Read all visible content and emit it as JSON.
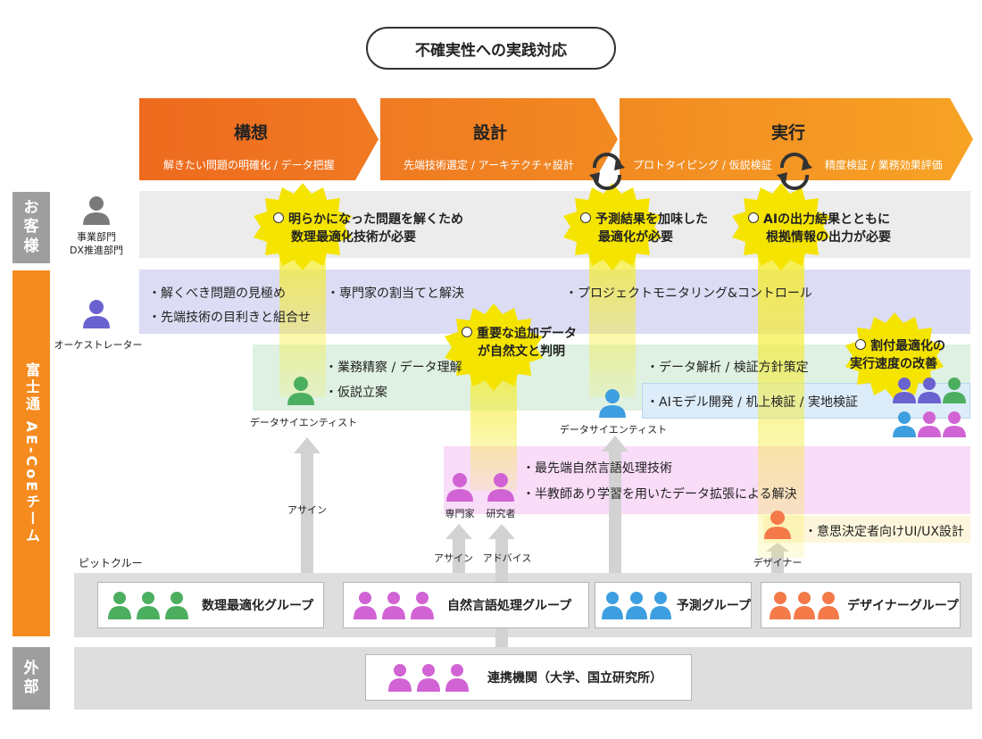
{
  "title": "不確実性への実践対応",
  "phases": [
    {
      "name": "構想",
      "sub": "解きたい問題の明確化 / データ把握"
    },
    {
      "name": "設計",
      "sub": "先端技術選定 / アーキテクチャ設計"
    },
    {
      "name": "実行",
      "sub_left": "プロトタイピング / 仮説検証",
      "sub_right": "精度検証 / 業務効果評価"
    }
  ],
  "side": {
    "customer": "お\n客\n様",
    "fujitsu": "富士通 AE-CoEチーム",
    "external": "外\n部"
  },
  "customer": {
    "role": "事業部門\nDX推進部門",
    "notes": [
      {
        "line1": "明らかになった問題を解くため",
        "line2": "数理最適化技術が必要"
      },
      {
        "line1": "予測結果を加味した",
        "line2": "最適化が必要"
      },
      {
        "line1": "AIの出力結果とともに",
        "line2": "根拠情報の出力が必要"
      }
    ]
  },
  "orchestrator": {
    "role": "オーケストレーター",
    "items": [
      "・解くべき問題の見極め",
      "・先端技術の目利きと組合せ",
      "・専門家の割当てと解決",
      "・プロジェクトモニタリング&コントロール"
    ]
  },
  "data_scientists": {
    "role_left": "データサイエンティスト",
    "role_right": "データサイエンティスト",
    "items_left": [
      "・業務精察 / データ理解",
      "・仮説立案"
    ],
    "items_right": [
      "・データ解析 / 検証方針策定"
    ],
    "items_blue": [
      "・AIモデル開発 / 机上検証 / 実地検証"
    ],
    "star_mid": {
      "line1": "重要な追加データ",
      "line2": "が自然文と判明"
    },
    "star_right": {
      "line1": "割付最適化の",
      "line2": "実行速度の改善"
    }
  },
  "experts": {
    "role_expert": "専門家",
    "role_researcher": "研究者",
    "items": [
      "・最先端自然言語処理技術",
      "・半教師あり学習を用いたデータ拡張による解決"
    ]
  },
  "designer": {
    "role": "デザイナー",
    "item": "・意思決定者向けUI/UX設計"
  },
  "arrows": {
    "assign": "アサイン",
    "assign2": "アサイン",
    "advice": "アドバイス"
  },
  "pit_crew": {
    "label": "ピットクルー",
    "groups": [
      {
        "name": "数理最適化グループ",
        "color": "#4caf5f"
      },
      {
        "name": "自然言語処理グループ",
        "color": "#d163d4"
      },
      {
        "name": "予測グループ",
        "color": "#3d9fe0"
      },
      {
        "name": "デザイナーグループ",
        "color": "#f47a4a"
      }
    ]
  },
  "external_org": {
    "name": "連携機関（大学、国立研究所）",
    "color": "#d163d4"
  },
  "colors": {
    "orange": "#f58b1f",
    "gray_person": "#7a7a7a",
    "orchestrator": "#6a62cf",
    "green": "#4caf5f",
    "blue": "#3d9fe0",
    "pink": "#d163d4",
    "designer": "#f47a4a",
    "star": "#f5e400"
  }
}
